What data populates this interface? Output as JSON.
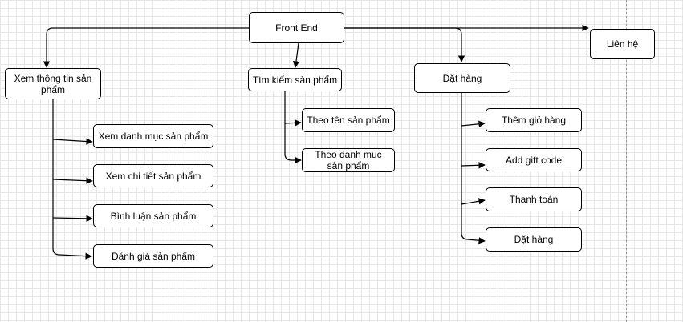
{
  "diagram": {
    "nodes": {
      "root": "Front End",
      "view": "Xem thông tin sản phẩm",
      "view_category": "Xem danh mục sản phẩm",
      "view_detail": "Xem chi tiết sản phẩm",
      "comment": "Bình luận sản phẩm",
      "rate": "Đánh giá sản phẩm",
      "search": "Tìm kiếm sản phẩm",
      "search_name": "Theo tên sản phẩm",
      "search_category": "Theo danh mục sản phẩm",
      "order": "Đặt hàng",
      "add_cart": "Thêm giỏ hàng",
      "gift_code": "Add gift code",
      "payment": "Thanh toán",
      "place_order": "Đặt hàng",
      "contact": "Liên hệ"
    },
    "line_color": "#000000",
    "grid_color": "#e6e6e6"
  }
}
